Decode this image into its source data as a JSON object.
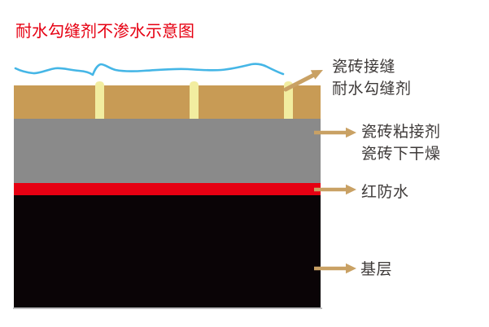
{
  "title": {
    "text": "耐水勾缝剂不渗水示意图"
  },
  "colors": {
    "title_red": "#E60012",
    "water_blue": "#45B6E6",
    "tile_tan": "#C89B55",
    "grout_cream": "#F2EDA0",
    "adhesive_gray": "#8A8A8A",
    "waterproof_red": "#E60012",
    "base_black": "#0A0406",
    "base_shadow_gray": "#A7A7A8",
    "arrow_tan": "#C9A164",
    "label_text": "#3E3A39"
  },
  "annotations": {
    "tile_joint": {
      "line1": "瓷砖接缝",
      "line2": "耐水勾缝剂"
    },
    "adhesive": {
      "line1": "瓷砖粘接剂",
      "line2": "瓷砖下干燥"
    },
    "waterproof": {
      "text": "红防水"
    },
    "base": {
      "text": "基层"
    }
  }
}
